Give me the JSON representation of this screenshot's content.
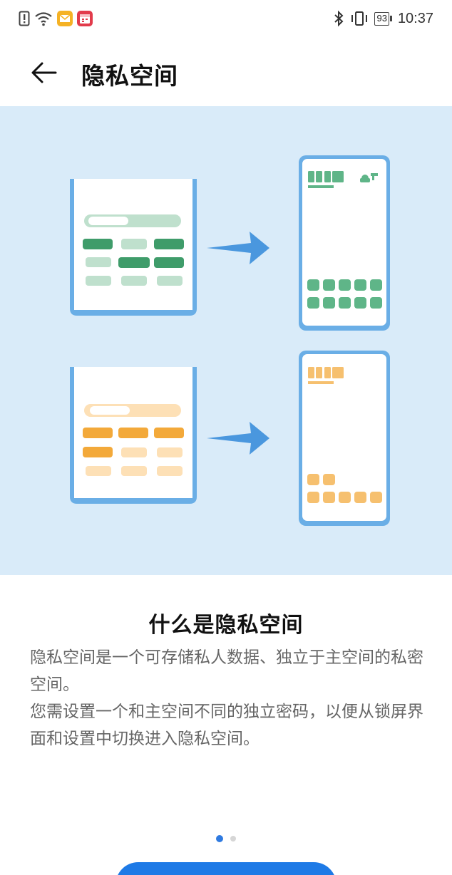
{
  "status_bar": {
    "time": "10:37",
    "battery_level": "93",
    "left_icons": [
      "alert-icon",
      "wifi-icon",
      "mail-notification-icon",
      "calendar-notification-icon"
    ],
    "right_icons": [
      "bluetooth-icon",
      "vibrate-icon",
      "battery-icon"
    ]
  },
  "header": {
    "back_icon": "back-arrow-icon",
    "title": "隐私空间"
  },
  "illustration": {
    "colors": {
      "background": "#d9ebf9",
      "frame_blue": "#6aaee6",
      "arrow_blue": "#4a97de",
      "green_dark": "#3f9c6a",
      "green_light": "#bfe0cd",
      "green_mid": "#5fb588",
      "orange_dark": "#f3a93a",
      "orange_light": "#fde0b6",
      "orange_mid": "#f6c06f"
    }
  },
  "content": {
    "title": "什么是隐私空间",
    "paragraph_1": "隐私空间是一个可存储私人数据、独立于主空间的私密空间。",
    "paragraph_2": "您需设置一个和主空间不同的独立密码，以便从锁屏界面和设置中切换进入隐私空间。"
  },
  "pager": {
    "pages": 2,
    "active_index": 0
  }
}
